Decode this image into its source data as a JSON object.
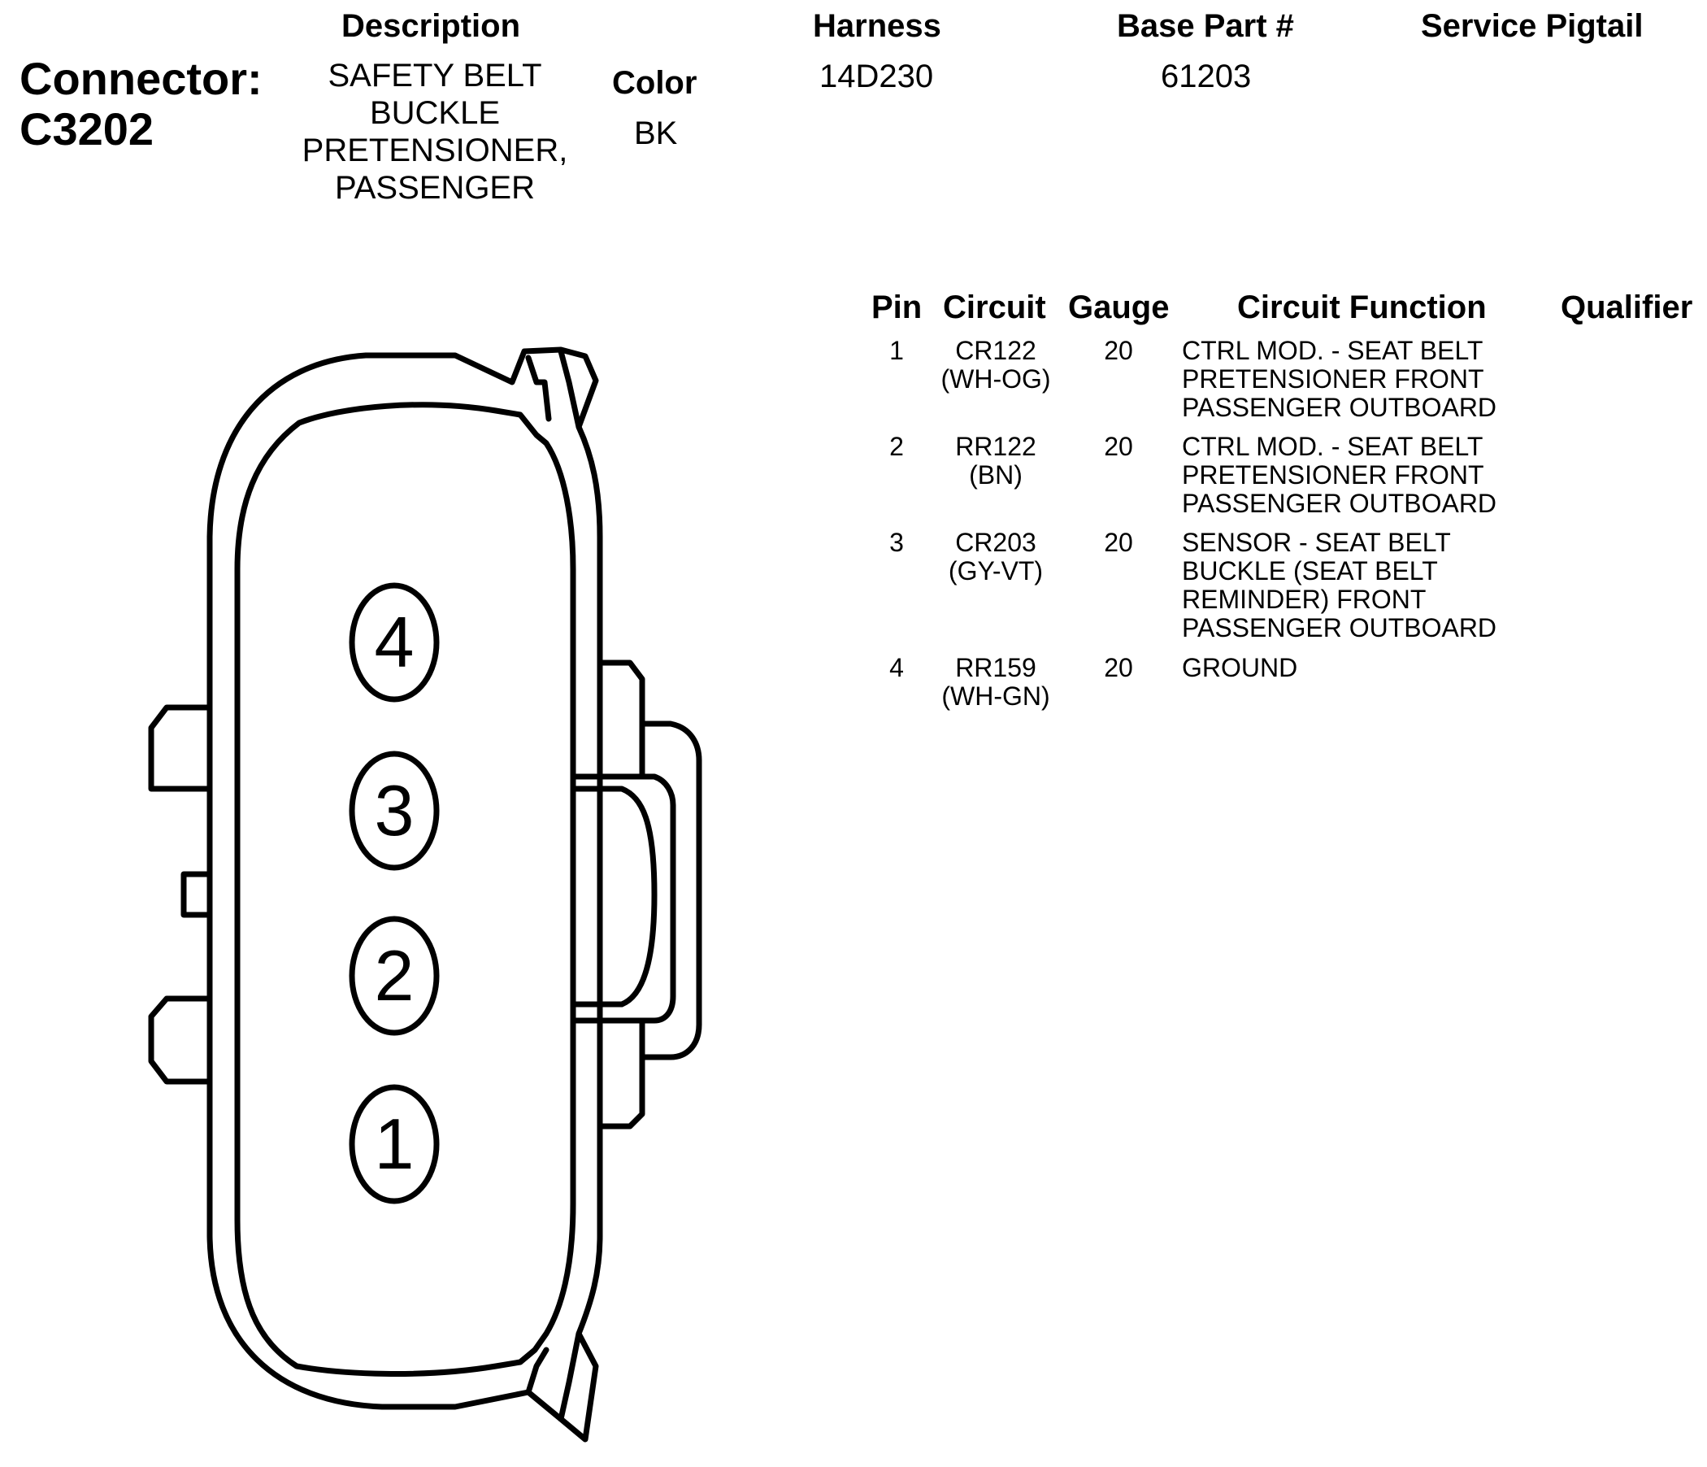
{
  "connector": {
    "label": "Connector:",
    "id": "C3202"
  },
  "headers": {
    "description": "Description",
    "color": "Color",
    "harness": "Harness",
    "base_part": "Base Part #",
    "service_pigtail": "Service Pigtail"
  },
  "values": {
    "description_lines": [
      "SAFETY BELT",
      "BUCKLE",
      "PRETENSIONER,",
      "PASSENGER"
    ],
    "color": "BK",
    "harness": "14D230",
    "base_part": "61203",
    "service_pigtail": ""
  },
  "table": {
    "columns": [
      "Pin",
      "Circuit",
      "Gauge",
      "Circuit Function",
      "Qualifier"
    ],
    "rows": [
      {
        "pin": "1",
        "circuit": "CR122",
        "wire_color": "(WH-OG)",
        "gauge": "20",
        "function_lines": [
          "CTRL MOD. - SEAT BELT",
          "PRETENSIONER FRONT",
          "PASSENGER OUTBOARD"
        ],
        "qualifier": ""
      },
      {
        "pin": "2",
        "circuit": "RR122",
        "wire_color": "(BN)",
        "gauge": "20",
        "function_lines": [
          "CTRL MOD. - SEAT BELT",
          "PRETENSIONER FRONT",
          "PASSENGER OUTBOARD"
        ],
        "qualifier": ""
      },
      {
        "pin": "3",
        "circuit": "CR203",
        "wire_color": "(GY-VT)",
        "gauge": "20",
        "function_lines": [
          "SENSOR - SEAT BELT",
          "BUCKLE (SEAT BELT",
          "REMINDER) FRONT",
          "PASSENGER OUTBOARD"
        ],
        "qualifier": ""
      },
      {
        "pin": "4",
        "circuit": "RR159",
        "wire_color": "(WH-GN)",
        "gauge": "20",
        "function_lines": [
          "GROUND"
        ],
        "qualifier": ""
      }
    ]
  },
  "diagram": {
    "pin_labels": [
      "4",
      "3",
      "2",
      "1"
    ],
    "stroke_color": "#000000"
  }
}
